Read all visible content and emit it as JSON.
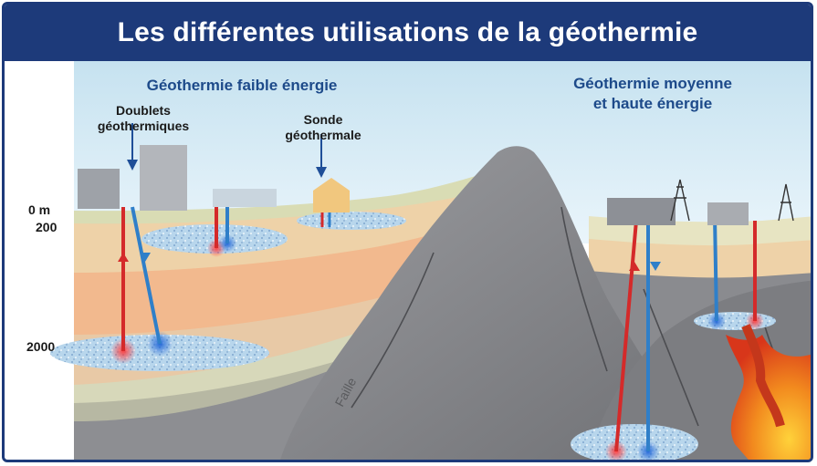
{
  "title": "Les différentes utilisations de la géothermie",
  "sections": {
    "low_energy": "Géothermie faible énergie",
    "mid_high_energy_line1": "Géothermie moyenne",
    "mid_high_energy_line2": "et haute énergie"
  },
  "callouts": {
    "doublets_line1": "Doublets",
    "doublets_line2": "géothermiques",
    "sonde_line1": "Sonde",
    "sonde_line2": "géothermale",
    "faille": "Faille"
  },
  "depth_axis": {
    "ticks": [
      "0 m",
      "200",
      "2000"
    ]
  },
  "colors": {
    "title_bg": "#1d3a7a",
    "hot_pipe": "#d42a2a",
    "cold_pipe": "#2f7fc9",
    "sky": "#cfe6f2",
    "rock": "#8e8f93",
    "magma": "#e8481e"
  },
  "icons": {
    "arrow_down": "blue-down-arrow-icon",
    "pylon": "electric-pylon-icon"
  }
}
